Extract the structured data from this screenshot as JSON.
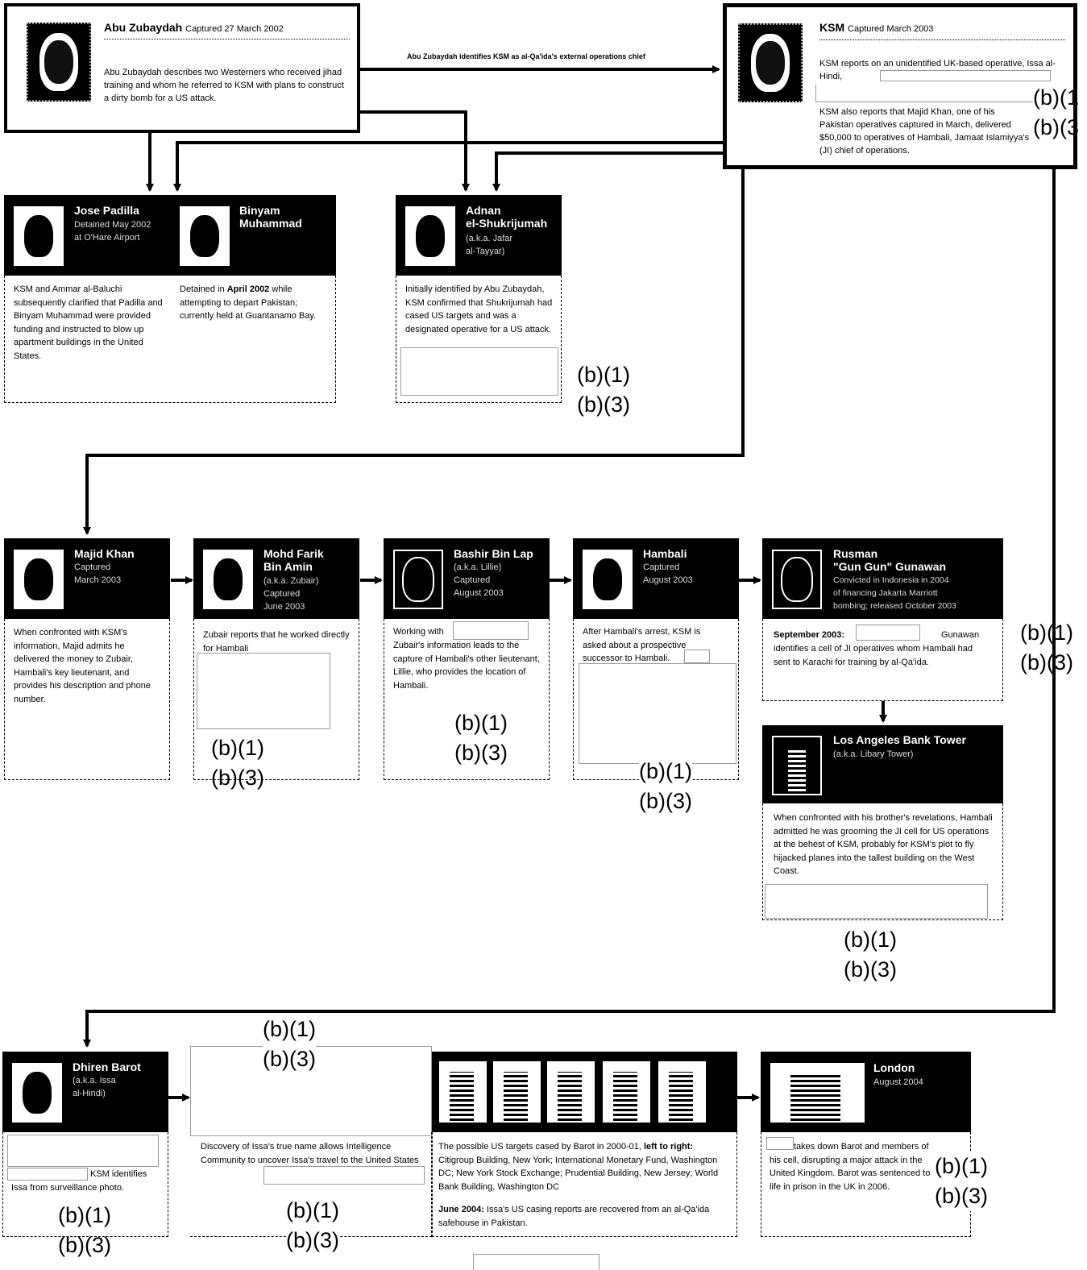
{
  "top_left": {
    "name": "Abu Zubaydah",
    "captured": "Captured 27 March 2002",
    "text": "Abu Zubaydah describes two Westerners who received jihad training and whom he referred to KSM with plans to construct a dirty bomb for a US attack.",
    "photo_icon": "person-photo-icon"
  },
  "arrow_label": "Abu Zubaydah identifies KSM as al-Qa'ida's external operations chief",
  "top_right": {
    "name": "KSM",
    "captured": "Captured March 2003",
    "text1": "KSM reports on an unidentified UK-based operative, Issa al-Hindi,",
    "text2": "KSM also reports that Majid Khan, one of his Pakistan operatives captured in March, delivered $50,000 to operatives of Hambali, Jamaat Islamiyya's (JI) chief of operations.",
    "bcode": "(b)(1\n(b)(3"
  },
  "row1": {
    "padilla": {
      "name": "Jose Padilla",
      "info": "Detained May 2002\nat O'Hare Airport"
    },
    "binyam": {
      "name": "Binyam\nMuhammad",
      "info": ""
    },
    "padilla_text": "KSM and Ammar al-Baluchi subsequently clarified that Padilla and Binyam Muhammad were provided funding and instructed to blow up apartment buildings in the United States.",
    "binyam_text_pre": "Detained in ",
    "binyam_text_bold": "April 2002",
    "binyam_text_post": " while attempting to depart Pakistan; currently held at Guantanamo Bay.",
    "adnan": {
      "name": "Adnan\nel-Shukrijumah",
      "info": "(a.k.a. Jafar\nal-Tayyar)"
    },
    "adnan_text": "Initially identified by Abu Zubaydah, KSM confirmed that Shukrijumah had cased US targets and was a designated operative for a US attack.",
    "adnan_bcode": "(b)(1)\n(b)(3)"
  },
  "row2": {
    "majid": {
      "name": "Majid Khan",
      "info": "Captured\nMarch 2003",
      "text": "When confronted with KSM's information, Majid admits he delivered the money to Zubair, Hambali's key lieutenant, and provides his description and phone number."
    },
    "zubair": {
      "name": "Mohd Farik\nBin Amin",
      "info": "(a.k.a. Zubair)\nCaptured\nJune 2003",
      "text": "Zubair reports that he worked directly for Hambali",
      "bcode": "(b)(1)\n(b)(3)"
    },
    "lillie": {
      "name": "Bashir Bin Lap",
      "info": "(a.k.a. Lillie)\nCaptured\nAugust 2003",
      "text_pre": "Working with",
      "text": "Zubair's information leads to the capture of Hambali's other lieutenant, Lillie, who provides the location of Hambali.",
      "bcode": "(b)(1)\n(b)(3)"
    },
    "hambali": {
      "name": "Hambali",
      "info": "Captured\nAugust 2003",
      "text": "After Hambali's arrest, KSM is asked about a prospective successor to Hambali.",
      "bcode": "(b)(1)\n(b)(3)"
    },
    "rusman": {
      "name": "Rusman\n\"Gun Gun\" Gunawan",
      "info": "Convicted in Indonesia in 2004\nof financing Jakarta Marriott\nbombing; released October 2003",
      "text_bold": "September 2003:",
      "text_mid": "Gunawan",
      "text": "identifies a cell of JI operatives whom Hambali had sent to Karachi for training by al-Qa'ida."
    },
    "right_bcode": "(b)(1)\n(b)(3)"
  },
  "la_tower": {
    "name": "Los Angeles Bank Tower",
    "info": "(a.k.a. Libary Tower)",
    "text": "When confronted with his brother's revelations, Hambali admitted he was grooming the JI cell for US operations at the behest of KSM, probably for KSM's plot to fly hijacked planes into the tallest building on the West Coast.",
    "bcode": "(b)(1)\n(b)(3)"
  },
  "row3": {
    "barot": {
      "name": "Dhiren Barot",
      "info": "(a.k.a. Issa\nal-Hindi)",
      "text": "KSM identifies Issa from surveillance photo.",
      "bcode": "(b)(1)\n(b)(3)"
    },
    "discovery": {
      "text": "Discovery of Issa's true name allows Intelligence Community to uncover Issa's travel to the United States",
      "bcode_top": "(b)(1)\n(b)(3)",
      "bcode": "(b)(1)\n(b)(3)"
    },
    "targets": {
      "text_pre": "The possible US targets cased by Barot in 2000-01, ",
      "text_bold": "left to right:",
      "text": " Citigroup Building, New York; International Monetary Fund, Washington DC; New York Stock Exchange; Prudential Building, New Jersey; World Bank Building, Washington DC",
      "text2_bold": "June 2004:",
      "text2": " Issa's US casing reports are recovered from an al-Qa'ida safehouse in Pakistan."
    },
    "london": {
      "name": "London",
      "info": "August 2004",
      "text": "takes down Barot and members of his cell, disrupting a major attack in the United Kingdom. Barot was sentenced to life in prison in the UK in 2006.",
      "bcode": "(b)(1)\n(b)(3)"
    }
  }
}
